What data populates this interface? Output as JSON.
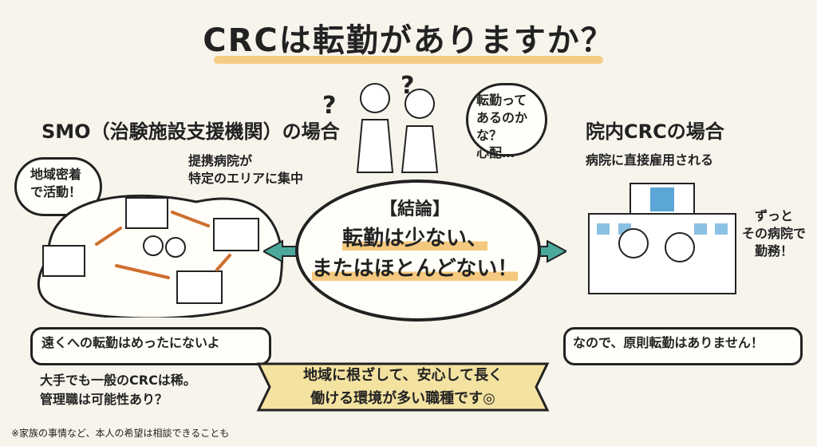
{
  "title": "CRCは転勤がありますか？",
  "left": {
    "heading": "SMO（治験施設支援機関）の場合",
    "bubble": "地域密着\nで活動！",
    "note": "提携病院が\n特定のエリアに集中",
    "banner": "遠くへの転勤はめったにないよ",
    "body1": "大手でも一般のCRCは稀。",
    "body2": "管理職は可能性あり？",
    "footnote": "※家族の事情など、本人の希望は相談できることも"
  },
  "center": {
    "question_bubble": "転勤って\nあるのかな？\n心配…",
    "conclusion_label": "【結論】",
    "conclusion_line1": "転勤は少ない、",
    "conclusion_line2": "またはほとんどない！"
  },
  "right": {
    "heading": "院内CRCの場合",
    "sub": "病院に直接雇用される",
    "note": "ずっと\nその病院で\n勤務！",
    "banner": "なので、原則転勤はありません！"
  },
  "ribbon": {
    "line1": "地域に根ざして、安心して長く",
    "line2": "働ける環境が多い職種です◎"
  },
  "colors": {
    "accent": "#f2c36b",
    "arrow": "#4aa99a",
    "hospital_roof": "#5aa6d6",
    "ribbon": "#f4e2a1"
  }
}
